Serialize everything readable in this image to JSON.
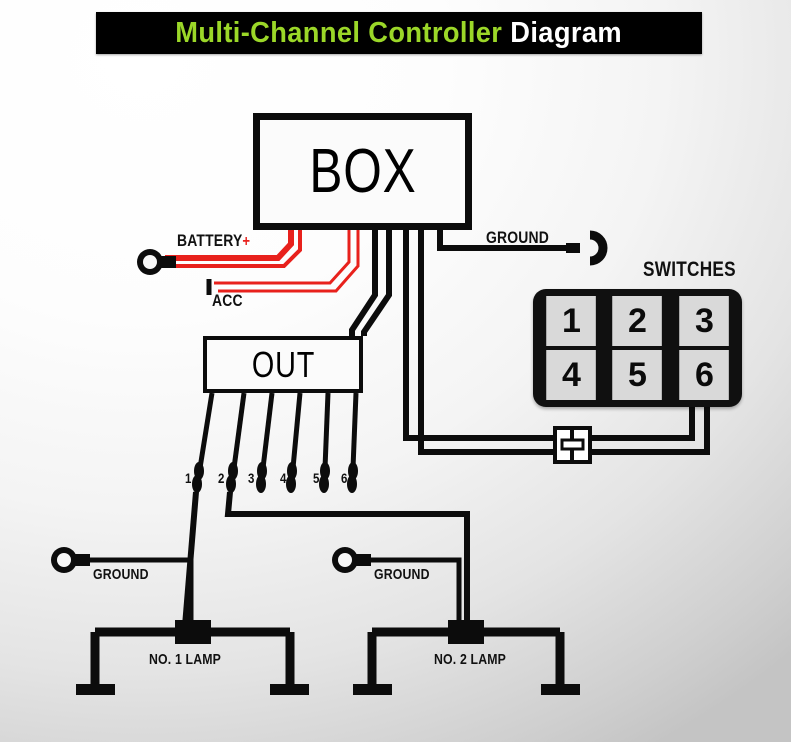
{
  "title": {
    "primary": "Multi-Channel Controller",
    "secondary": "Diagram",
    "primary_color": "#9bd728",
    "secondary_color": "#ffffff",
    "banner_color": "#000000"
  },
  "units": {
    "controller": "BOX",
    "output": "OUT"
  },
  "power": {
    "battery_label": "BATTERY",
    "battery_plus": "+",
    "acc_label": "ACC",
    "wire_color": "#e8211c"
  },
  "ground": {
    "box_ground_label": "GROUND",
    "lamp1_ground_label": "GROUND",
    "lamp2_ground_label": "GROUND"
  },
  "switches": {
    "heading": "SWITCHES",
    "keys": [
      "1",
      "2",
      "3",
      "4",
      "5",
      "6"
    ],
    "key_face_color": "#d9d9d9",
    "panel_color": "#101010"
  },
  "outputs": {
    "channel_labels": [
      "1",
      "2",
      "3",
      "4",
      "5",
      "6"
    ]
  },
  "lamps": [
    {
      "label": "NO. 1 LAMP"
    },
    {
      "label": "NO. 2 LAMP"
    }
  ],
  "colors": {
    "wire_black": "#0c0c0c",
    "wire_red": "#e8211c",
    "background_light": "#ffffff",
    "background_dark": "#c4c4c4"
  }
}
